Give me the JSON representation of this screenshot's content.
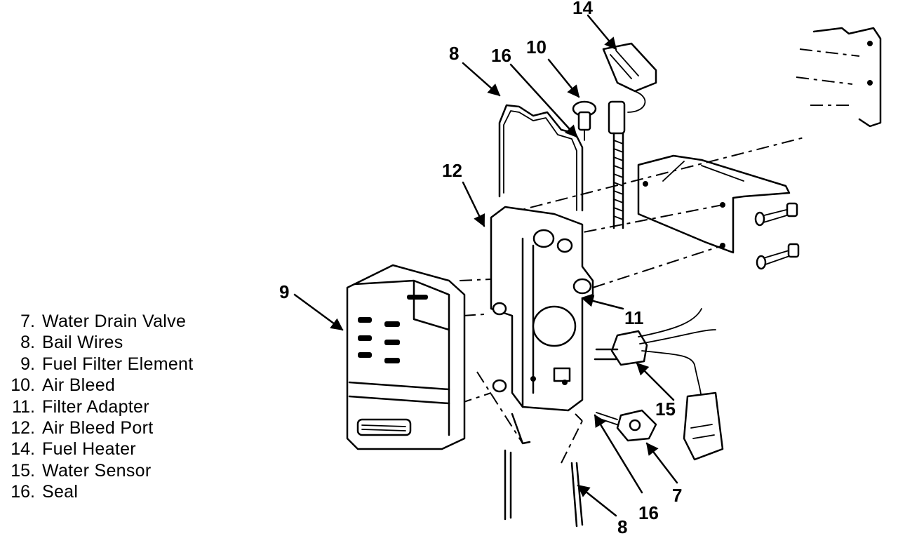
{
  "legend": [
    {
      "num": "7.",
      "text": "Water Drain Valve"
    },
    {
      "num": "8.",
      "text": "Bail Wires"
    },
    {
      "num": "9.",
      "text": "Fuel Filter Element"
    },
    {
      "num": "10.",
      "text": "Air Bleed"
    },
    {
      "num": "11.",
      "text": "Filter Adapter"
    },
    {
      "num": "12.",
      "text": "Air Bleed Port"
    },
    {
      "num": "14.",
      "text": "Fuel Heater"
    },
    {
      "num": "15.",
      "text": "Water Sensor"
    },
    {
      "num": "16.",
      "text": "Seal"
    }
  ],
  "callouts": {
    "c14": "14",
    "c8_top": "8",
    "c16_top": "16",
    "c10": "10",
    "c12": "12",
    "c9": "9",
    "c11": "11",
    "c15": "15",
    "c7": "7",
    "c16_bottom": "16",
    "c8_bottom": "8"
  }
}
